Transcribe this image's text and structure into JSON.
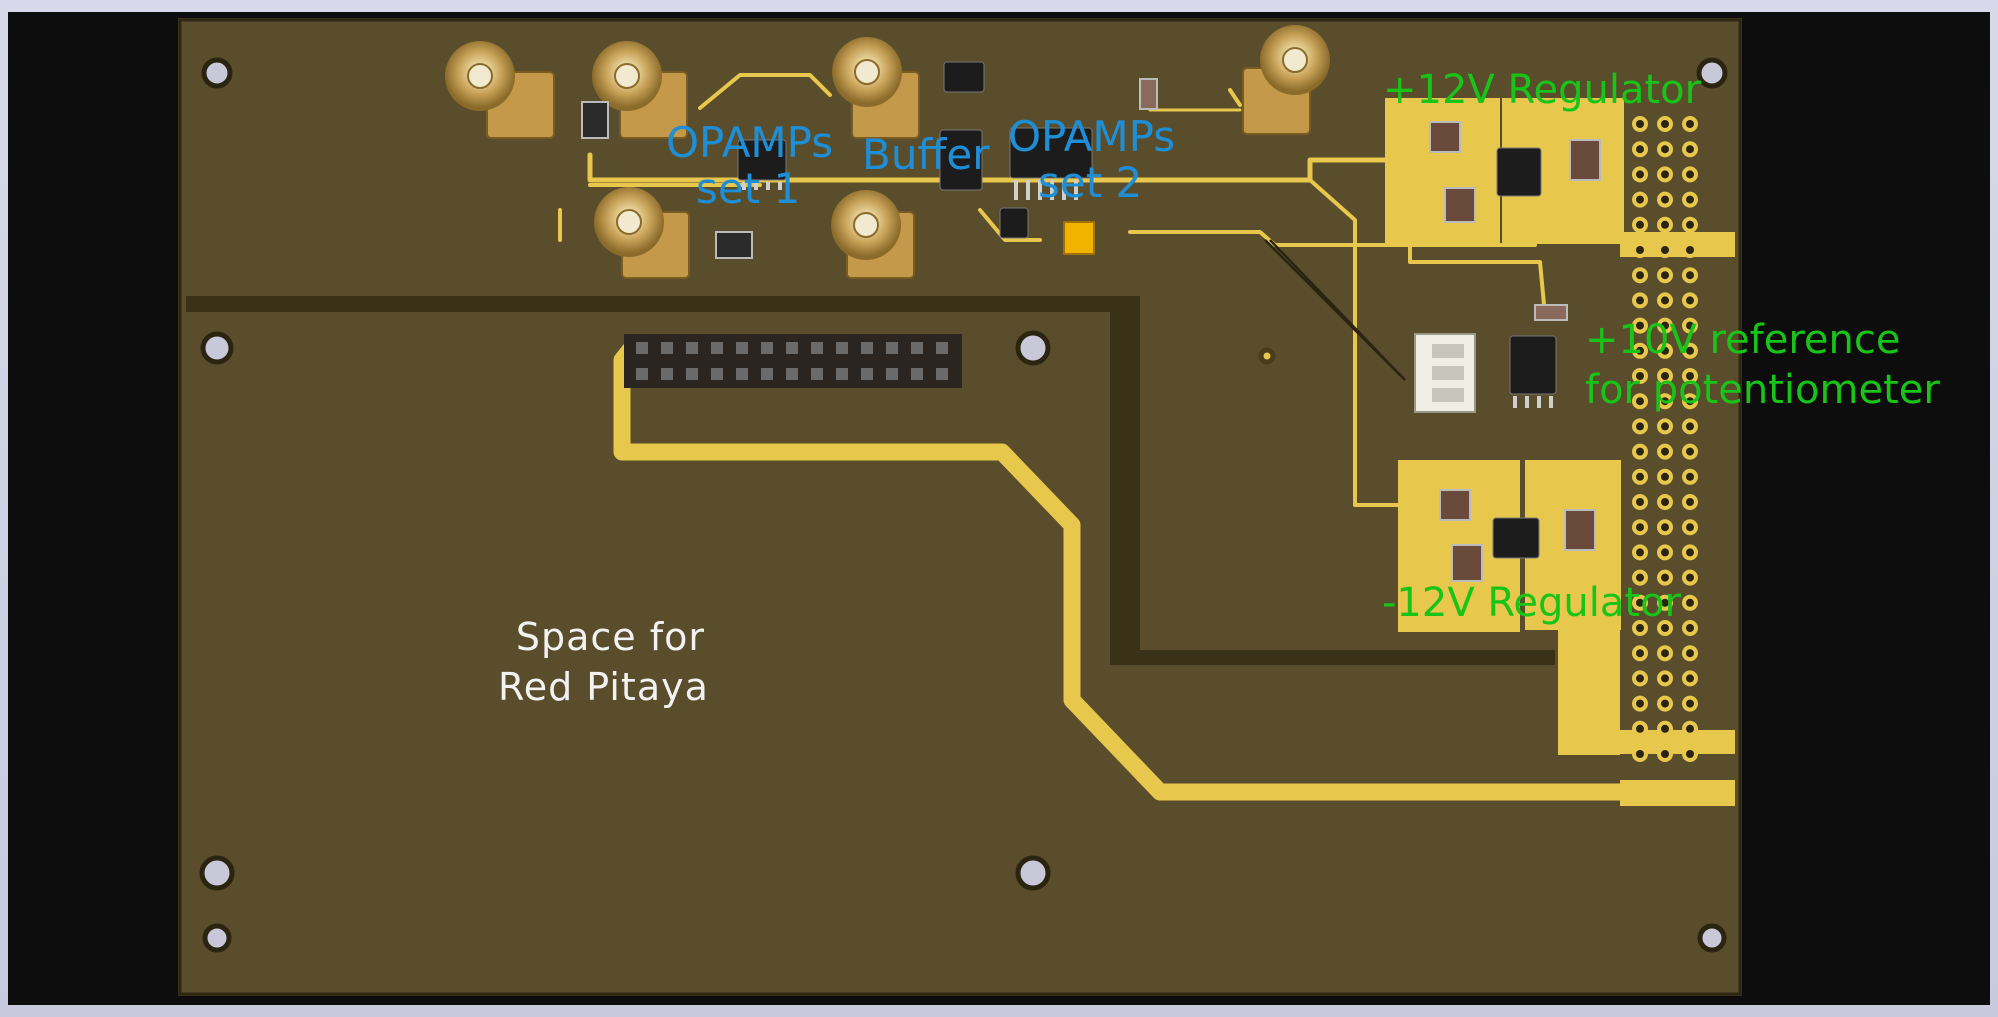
{
  "labels": {
    "opamps1": {
      "line1": "OPAMPs",
      "line2": "set 1"
    },
    "buffer": "Buffer",
    "opamps2": {
      "line1": "OPAMPs",
      "line2": "set 2"
    },
    "reg_pos": "+12V Regulator",
    "reference": {
      "line1": "+10V reference",
      "line2": "for potentiometer"
    },
    "reg_neg": "-12V Regulator",
    "space": {
      "line1": "Space for",
      "line2": "Red Pitaya"
    }
  },
  "colors": {
    "board": "#584b2a",
    "copper": "#e8c84c",
    "silk_blue": "#1e8fd6",
    "silk_green": "#19c419",
    "silk_white": "#f2f2f2"
  }
}
